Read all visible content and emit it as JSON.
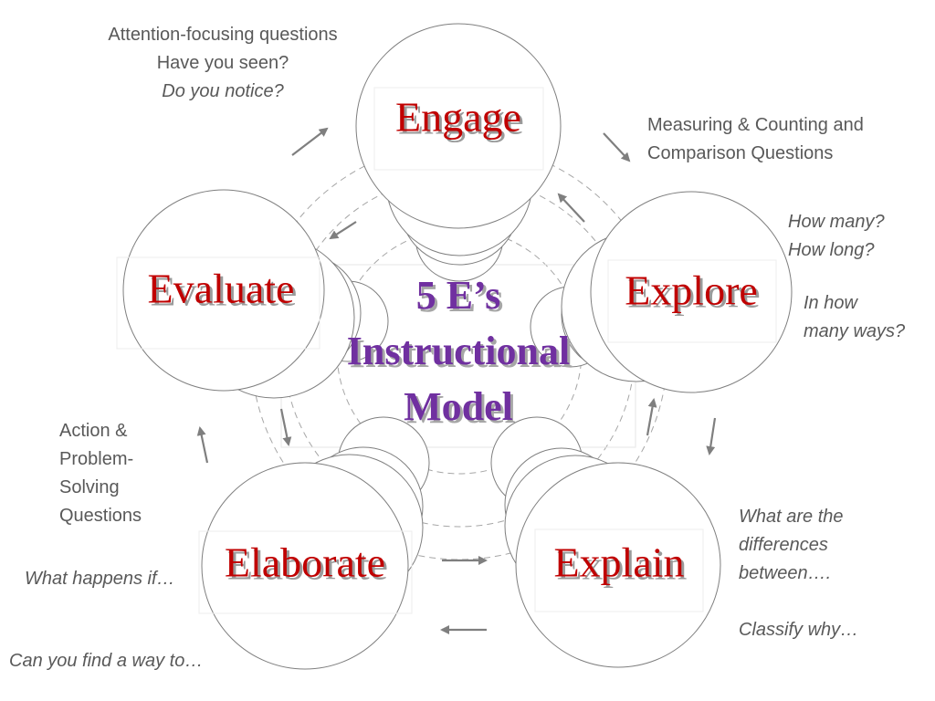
{
  "center": {
    "lines": [
      "5 E’s",
      "Instructional",
      "Model"
    ]
  },
  "stages": {
    "engage": "Engage",
    "explore": "Explore",
    "explain": "Explain",
    "elaborate": "Elaborate",
    "evaluate": "Evaluate"
  },
  "notes": {
    "engage": {
      "title": "Attention-focusing questions",
      "q1": "Have you seen?",
      "q2": "Do you notice?"
    },
    "explore": {
      "title_1": "Measuring & Counting and",
      "title_2": "Comparison Questions",
      "q1": "How many?",
      "q2": "How long?",
      "q3_1": "In how",
      "q3_2": "many ways?"
    },
    "explain": {
      "q1_1": "What are the",
      "q1_2": "differences",
      "q1_3": "between….",
      "q2": "Classify why…"
    },
    "elaborate": {
      "title_1": "Action &",
      "title_2": "Problem-",
      "title_3": "Solving",
      "title_4": "Questions",
      "q1": "What happens if…",
      "q2": "Can you find a way to…"
    }
  },
  "colors": {
    "stage_text": "#c00000",
    "center_text": "#7030a0",
    "note_text": "#595959",
    "arrow": "#7f7f7f"
  }
}
